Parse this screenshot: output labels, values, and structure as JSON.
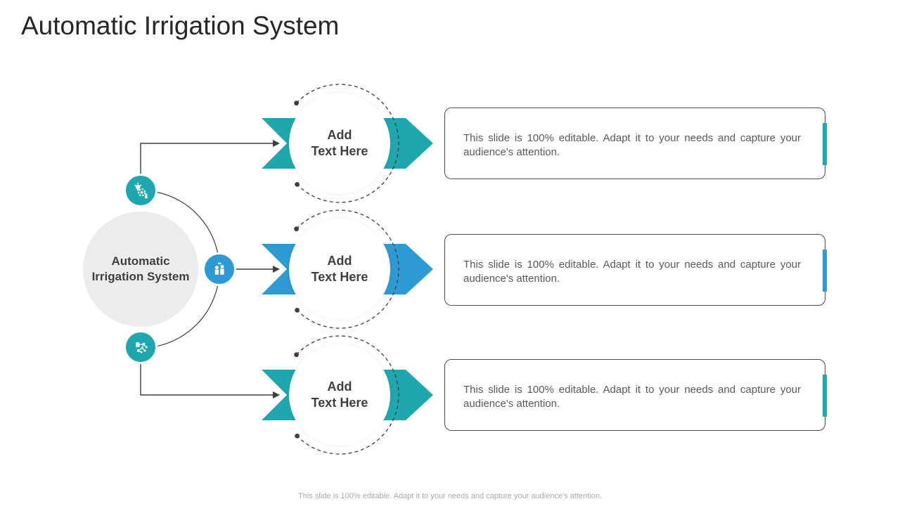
{
  "slide": {
    "title": "Automatic Irrigation System",
    "hub": {
      "label": "Automatic Irrigation System"
    },
    "rows": [
      {
        "label_top": "Add",
        "label_bottom": "Text Here",
        "description": "This slide is 100% editable. Adapt it to your needs and capture your audience's attention.",
        "accent_color": "#1ea7af"
      },
      {
        "label_top": "Add",
        "label_bottom": "Text Here",
        "description": "This slide is 100% editable. Adapt it to your needs and capture your audience's attention.",
        "accent_color": "#2e9ad3"
      },
      {
        "label_top": "Add",
        "label_bottom": "Text Here",
        "description": "This slide is 100% editable. Adapt it to your needs and capture your audience's attention.",
        "accent_color": "#1ea7af"
      }
    ],
    "icons": [
      {
        "name": "idea-process-icon"
      },
      {
        "name": "people-collaboration-icon"
      },
      {
        "name": "network-nodes-icon"
      }
    ],
    "footer": "This slide is 100% editable. Adapt it to your needs and capture your audience's attention.",
    "colors": {
      "teal": "#1ea7af",
      "blue": "#2e9ad3",
      "dark_line": "#3f3f3f",
      "title_text": "#262626",
      "body_text": "#595959",
      "footer_text": "#a9a9a9",
      "hub_fill": "#ececec"
    }
  }
}
